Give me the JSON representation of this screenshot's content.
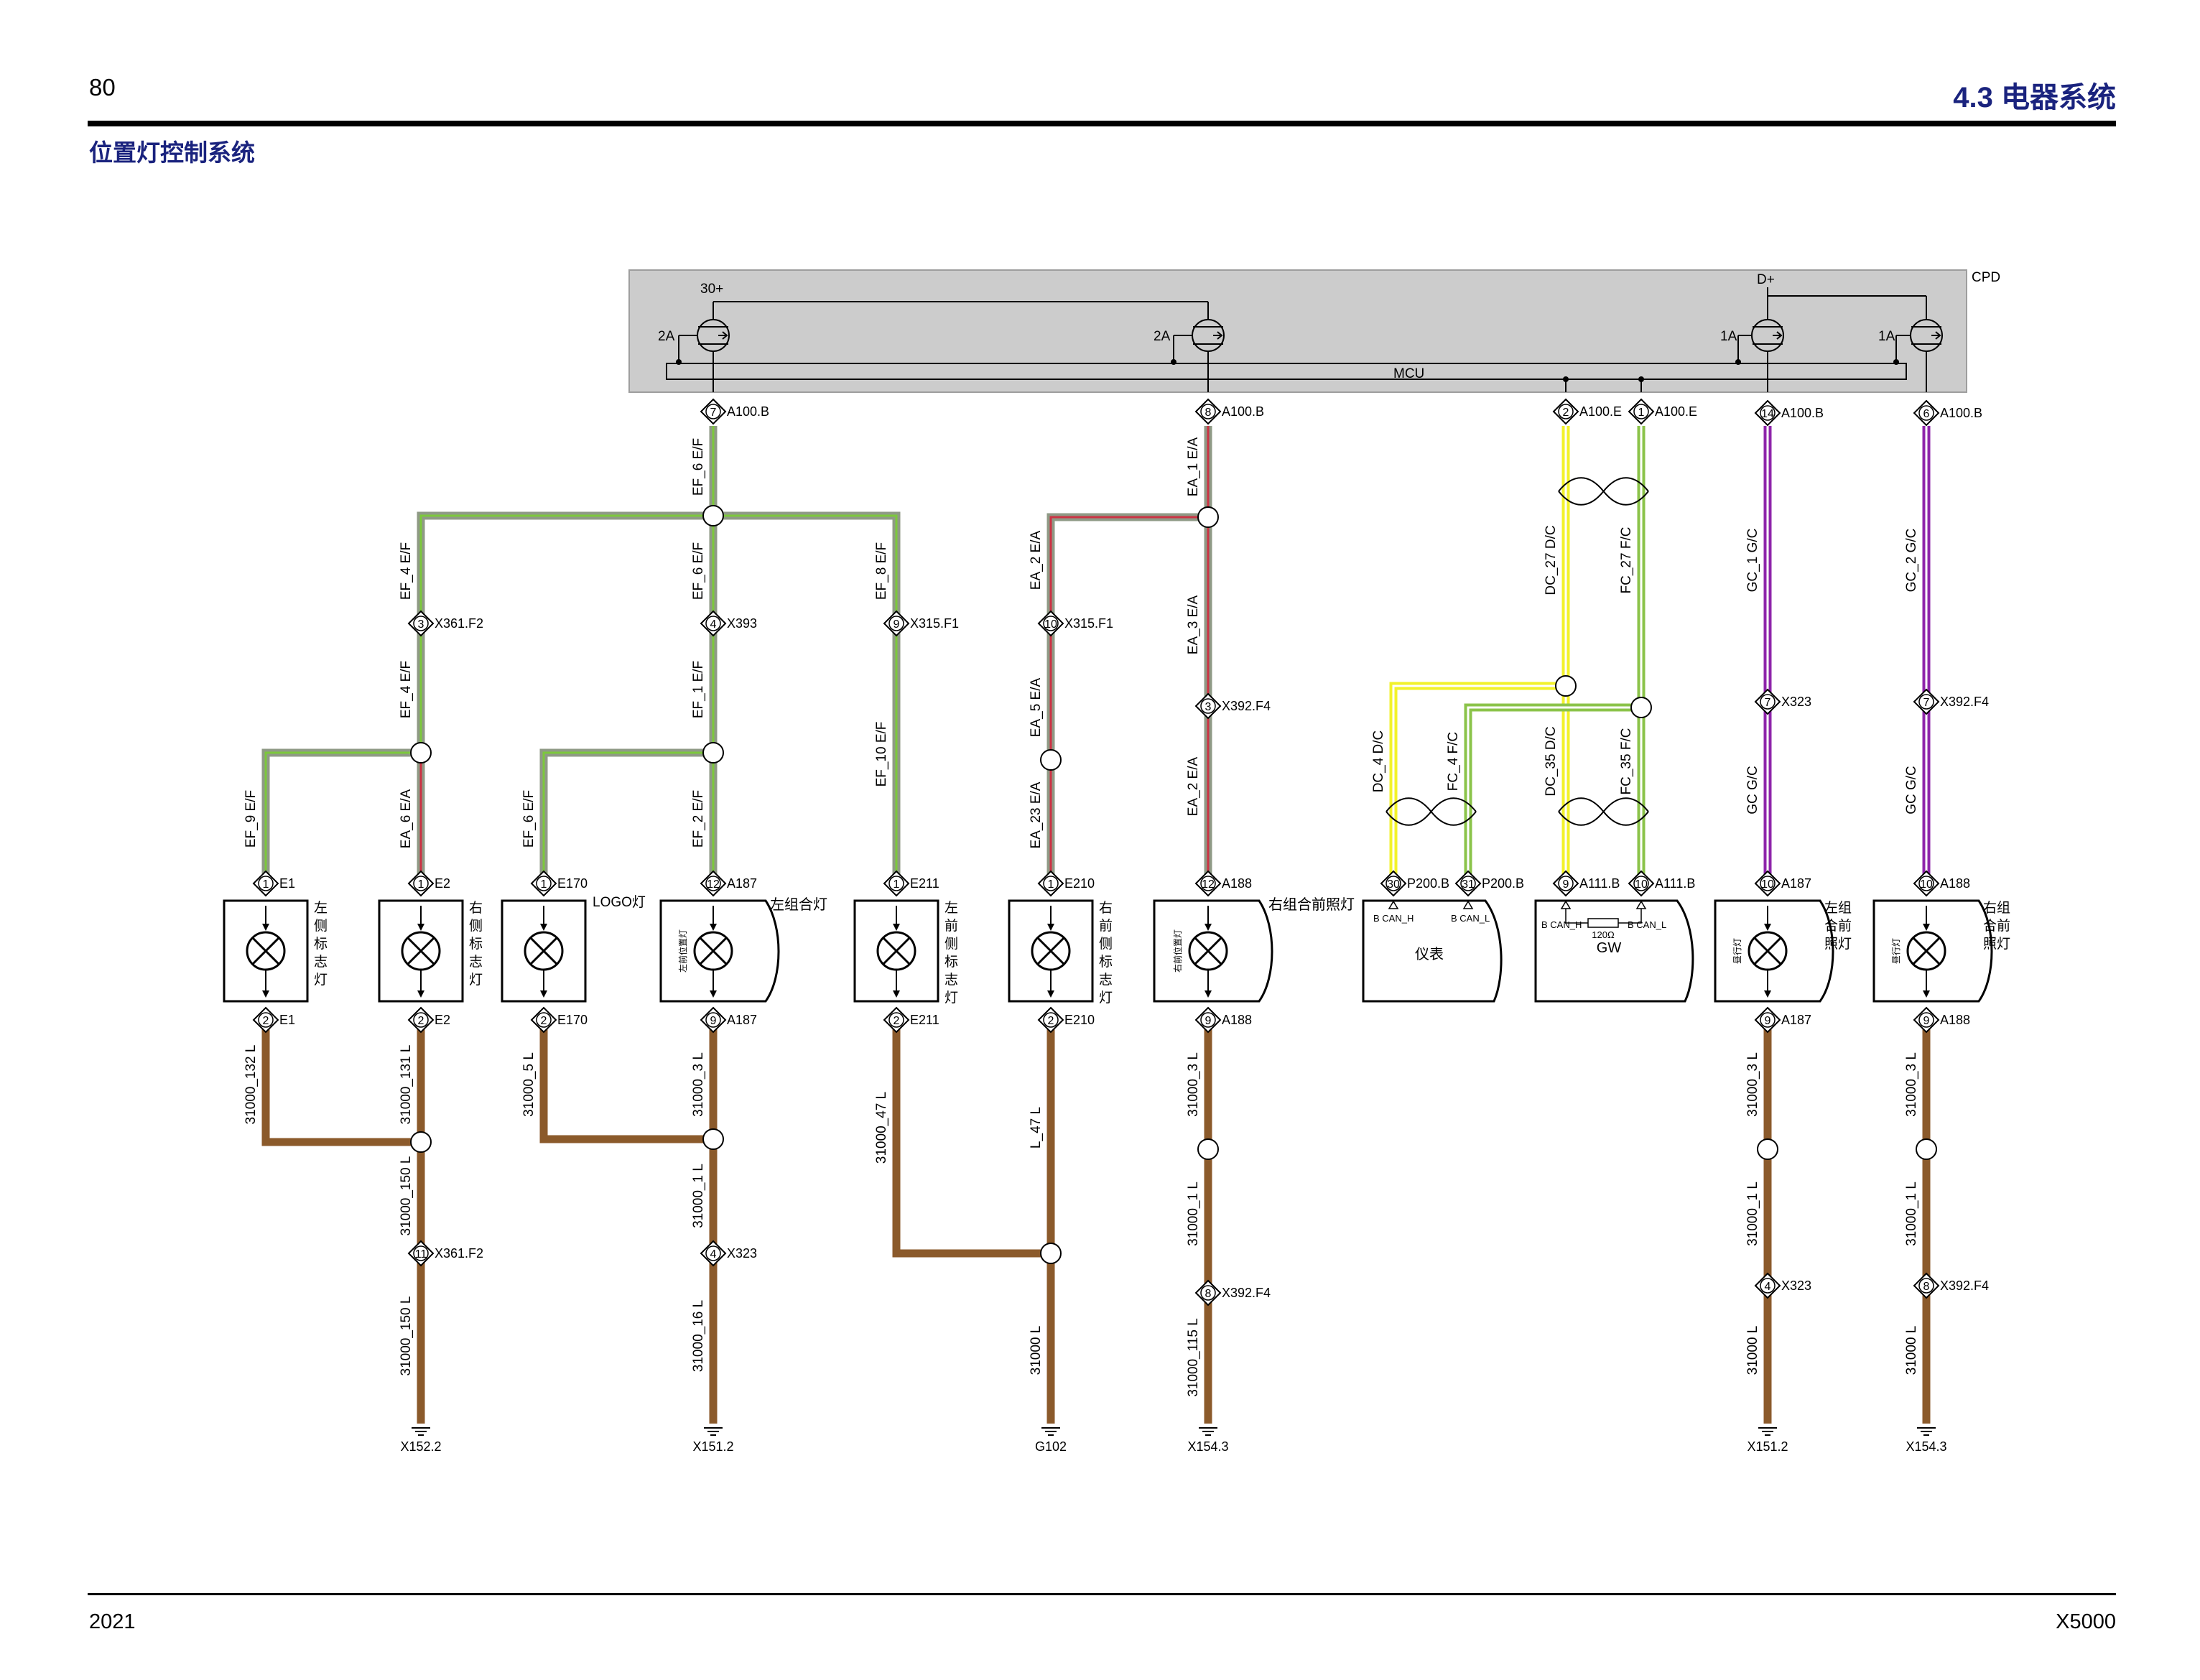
{
  "header": {
    "page_number": "80",
    "section": "4.3 电器系统",
    "title": "位置灯控制系统"
  },
  "footer": {
    "year": "2021",
    "model": "X5000"
  },
  "colors": {
    "wire_EF": "#8f9a86",
    "wire_EF_tracer": "#7cc83c",
    "wire_EA": "#8f9a86",
    "wire_EA_tracer": "#cc3344",
    "wire_ground": "#8b5a2b",
    "wire_DC": "#f2f22a",
    "wire_DC_tracer": "#ffffff",
    "wire_FC": "#8bc34a",
    "wire_FC_tracer": "#ffffff",
    "wire_GC": "#8e24aa",
    "wire_GC_tracer": "#ffffff",
    "cpd_fill": "#cccccc",
    "heading": "#1a237e"
  },
  "cpd": {
    "label": "CPD",
    "mcu_label": "MCU",
    "supply_30": "30+",
    "supply_d": "D+",
    "switches": [
      {
        "id": "sw1",
        "rating": "2A"
      },
      {
        "id": "sw2",
        "rating": "2A"
      },
      {
        "id": "sw3",
        "rating": "1A"
      },
      {
        "id": "sw4",
        "rating": "1A"
      }
    ]
  },
  "pins": {
    "p_a100_7": {
      "pin": "7",
      "conn": "A100.B"
    },
    "p_a100_8": {
      "pin": "8",
      "conn": "A100.B"
    },
    "p_a100_2": {
      "pin": "2",
      "conn": "A100.E"
    },
    "p_a100_1": {
      "pin": "1",
      "conn": "A100.E"
    },
    "p_a100_14": {
      "pin": "14",
      "conn": "A100.B"
    },
    "p_a100_6": {
      "pin": "6",
      "conn": "A100.B"
    },
    "p_x361_3": {
      "pin": "3",
      "conn": "X361.F2"
    },
    "p_x393_4": {
      "pin": "4",
      "conn": "X393"
    },
    "p_x315_9": {
      "pin": "9",
      "conn": "X315.F1"
    },
    "p_x315_10": {
      "pin": "10",
      "conn": "X315.F1"
    },
    "p_x392_3": {
      "pin": "3",
      "conn": "X392.F4"
    },
    "p_x323_7": {
      "pin": "7",
      "conn": "X323"
    },
    "p_x392_7": {
      "pin": "7",
      "conn": "X392.F4"
    },
    "p_e1_1": {
      "pin": "1",
      "conn": "E1"
    },
    "p_e2_1": {
      "pin": "1",
      "conn": "E2"
    },
    "p_e170_1": {
      "pin": "1",
      "conn": "E170"
    },
    "p_a187_12": {
      "pin": "12",
      "conn": "A187"
    },
    "p_e211_1": {
      "pin": "1",
      "conn": "E211"
    },
    "p_e210_1": {
      "pin": "1",
      "conn": "E210"
    },
    "p_a188_12": {
      "pin": "12",
      "conn": "A188"
    },
    "p_p200_30": {
      "pin": "30",
      "conn": "P200.B"
    },
    "p_p200_31": {
      "pin": "31",
      "conn": "P200.B"
    },
    "p_a111_9": {
      "pin": "9",
      "conn": "A111.B"
    },
    "p_a111_10": {
      "pin": "10",
      "conn": "A111.B"
    },
    "p_a187_10": {
      "pin": "10",
      "conn": "A187"
    },
    "p_a188_10": {
      "pin": "10",
      "conn": "A188"
    },
    "p_e1_2": {
      "pin": "2",
      "conn": "E1"
    },
    "p_e2_2": {
      "pin": "2",
      "conn": "E2"
    },
    "p_e170_2": {
      "pin": "2",
      "conn": "E170"
    },
    "p_a187_9": {
      "pin": "9",
      "conn": "A187"
    },
    "p_e211_2": {
      "pin": "2",
      "conn": "E211"
    },
    "p_e210_2": {
      "pin": "2",
      "conn": "E210"
    },
    "p_a188_9": {
      "pin": "9",
      "conn": "A188"
    },
    "p_a187_9b": {
      "pin": "9",
      "conn": "A187"
    },
    "p_a188_9b": {
      "pin": "9",
      "conn": "A188"
    },
    "p_x361_11": {
      "pin": "11",
      "conn": "X361.F2"
    },
    "p_x323_4": {
      "pin": "4",
      "conn": "X323"
    },
    "p_x392_8": {
      "pin": "8",
      "conn": "X392.F4"
    },
    "p_x323_4b": {
      "pin": "4",
      "conn": "X323"
    },
    "p_x392_8b": {
      "pin": "8",
      "conn": "X392.F4"
    }
  },
  "wires": {
    "ef6a": "EF_6  E/F",
    "ef4a": "EF_4  E/F",
    "ef6b": "EF_6  E/F",
    "ef8": "EF_8  E/F",
    "ef4b": "EF_4  E/F",
    "ef1": "EF_1  E/F",
    "ef10": "EF_10  E/F",
    "ef9": "EF_9  E/F",
    "ea6": "EA_6  E/A",
    "ef6c": "EF_6  E/F",
    "ef2": "EF_2  E/F",
    "ea1": "EA_1  E/A",
    "ea2a": "EA_2  E/A",
    "ea3": "EA_3  E/A",
    "ea5": "EA_5  E/A",
    "ea23": "EA_23  E/A",
    "ea2b": "EA_2  E/A",
    "dc27": "DC_27  D/C",
    "fc27": "FC_27  F/C",
    "dc4": "DC_4  D/C",
    "fc4": "FC_4  F/C",
    "dc35": "DC_35  D/C",
    "fc35": "FC_35  F/C",
    "gc1": "GC_1  G/C",
    "gc2": "GC_2  G/C",
    "gc_a": "GC  G/C",
    "gc_b": "GC  G/C",
    "g132": "31000_132  L",
    "g131": "31000_131  L",
    "g150a": "31000_150  L",
    "g150b": "31000_150  L",
    "g5": "31000_5  L",
    "g3a": "31000_3  L",
    "g1a": "31000_1  L",
    "g16": "31000_16  L",
    "g47": "31000_47  L",
    "l47": "L_47  L",
    "g31000": "31000  L",
    "g3b": "31000_3  L",
    "g1b": "31000_1  L",
    "g115": "31000_115  L",
    "g3c": "31000_3  L",
    "g1c": "31000_1  L",
    "g31000c": "31000  L",
    "g3d": "31000_3  L",
    "g1d": "31000_1  L",
    "g31000d": "31000  L"
  },
  "components": {
    "left_side_marker": "左\n侧\n标\n志\n灯",
    "right_side_marker": "右\n侧\n标\n志\n灯",
    "logo_lamp": "LOGO灯",
    "left_combo_lamp": "左组合灯",
    "left_front_pos_inner": "左前位置灯",
    "left_front_side_marker": "左\n前\n侧\n标\n志\n灯",
    "right_front_side_marker": "右\n前\n侧\n标\n志\n灯",
    "right_combo_headlamp": "右组合前照灯",
    "right_front_pos_inner": "右前位置灯",
    "cluster": "仪表",
    "cluster_can_h": "B  CAN_H",
    "cluster_can_l": "B  CAN_L",
    "gw": "GW",
    "gw_can_h": "B  CAN_H",
    "gw_can_l": "B  CAN_L",
    "gw_resistor": "120Ω",
    "left_combo_headlamp": "左组\n合前\n照灯",
    "right_combo_headlamp2": "右组\n合前\n照灯",
    "drl_inner": "昼行灯"
  },
  "grounds": {
    "g1": "X152.2",
    "g2": "X151.2",
    "g3": "G102",
    "g4": "X154.3",
    "g5": "X151.2",
    "g6": "X154.3"
  }
}
